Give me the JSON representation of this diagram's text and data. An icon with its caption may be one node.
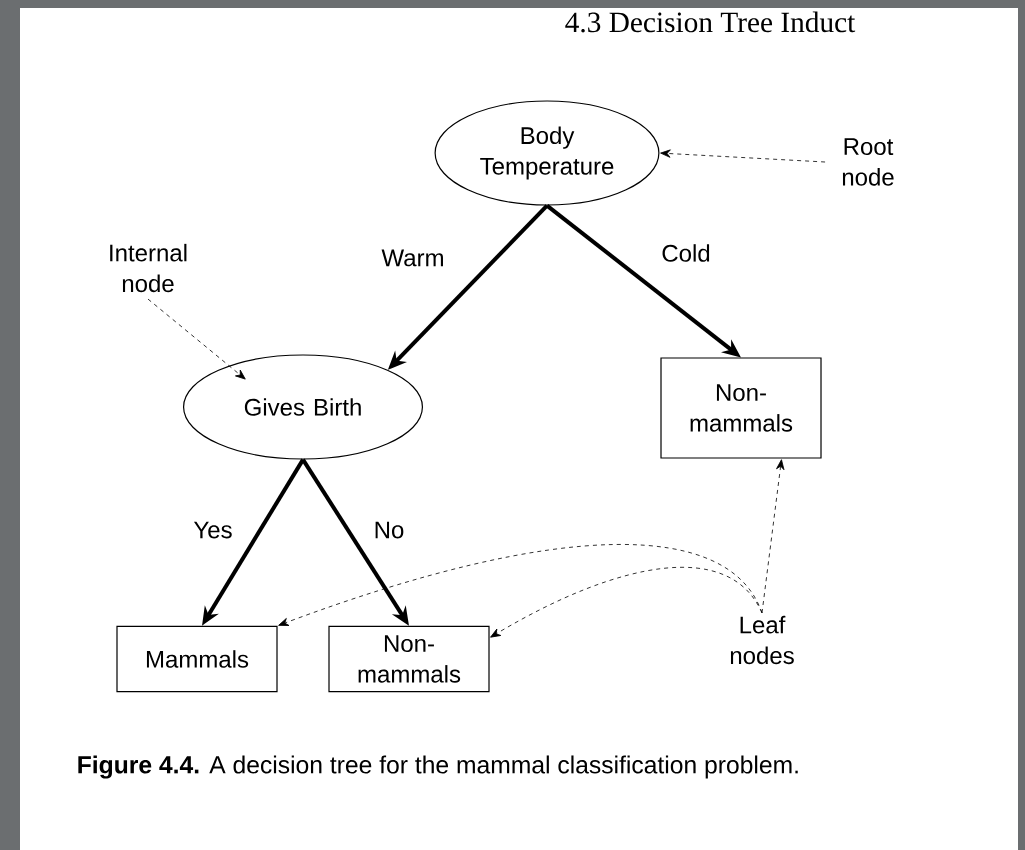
{
  "diagram": {
    "title": "4.3 Decision Tree Induct",
    "caption": "**Figure 4.4.** A decision tree for the mammal classification problem.",
    "nodes": [
      {
        "text": [
          "Body Temperature"
        ]
      },
      {
        "text": [
          "Root node"
        ]
      },
      {
        "text": [
          "Internal node"
        ]
      },
      {
        "text": [
          "Gives Birth"
        ]
      },
      {
        "text": [
          "Non- mammals"
        ]
      },
      {
        "text": [
          "Mammals"
        ]
      },
      {
        "text": [
          "Non- mammals"
        ]
      },
      {
        "text": [
          "Leaf nodes"
        ]
      }
    ],
    "edges": [
      {
        "from": 0,
        "to": 3,
        "arrow": "to",
        "label": "Warm",
        "style": "thick"
      },
      {
        "from": 0,
        "to": 4,
        "arrow": "to",
        "label": "Cold",
        "style": "thick"
      },
      {
        "from": 3,
        "to": 5,
        "arrow": "to",
        "label": "Yes",
        "style": "thick"
      },
      {
        "from": 3,
        "to": 6,
        "arrow": "to",
        "label": "No",
        "style": "thick"
      },
      {
        "from": 1,
        "to": 0,
        "arrow": "to",
        "style": "dashed"
      },
      {
        "from": 2,
        "to": 3,
        "arrow": "to",
        "style": "dashed"
      },
      {
        "from": 7,
        "to": 5,
        "arrow": "to",
        "style": "dashed"
      },
      {
        "from": 7,
        "to": 6,
        "arrow": "to",
        "style": "dashed"
      },
      {
        "from": 7,
        "to": 4,
        "arrow": "to",
        "style": "dashed"
      }
    ]
  }
}
